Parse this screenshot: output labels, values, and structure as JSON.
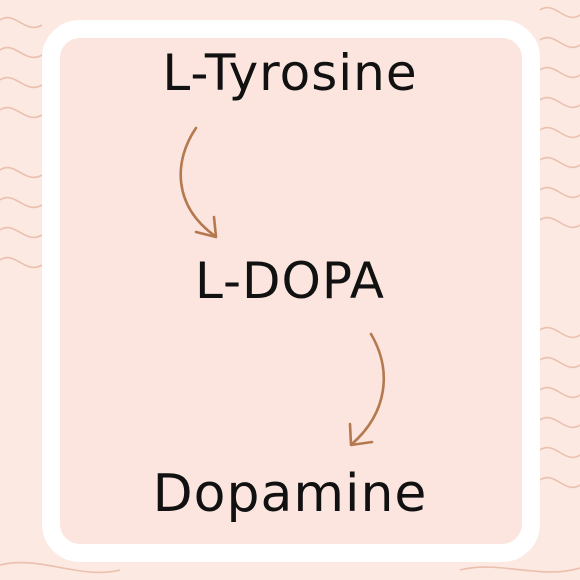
{
  "diagram": {
    "steps": [
      {
        "label": "L-Tyrosine"
      },
      {
        "label": "L-DOPA"
      },
      {
        "label": "Dopamine"
      }
    ]
  },
  "colors": {
    "background": "#fce9e2",
    "card": "#fbe5de",
    "card_border": "#ffffff",
    "arrow": "#b5794f",
    "wave": "#e8b9a6",
    "text": "#111111"
  }
}
